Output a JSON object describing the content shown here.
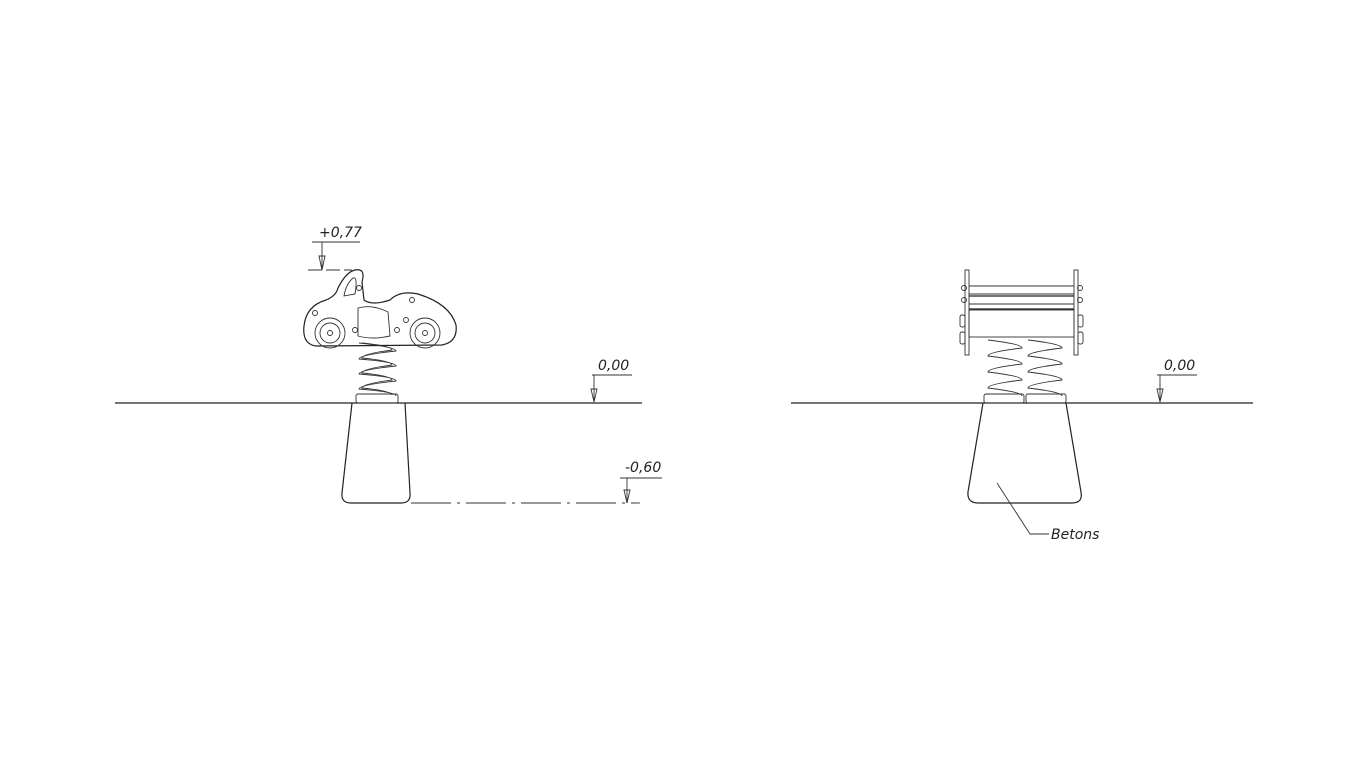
{
  "drawing": {
    "side_view": {
      "top_level": "+0,77",
      "ground_level": "0,00",
      "foundation_level": "-0,60"
    },
    "front_view": {
      "ground_level": "0,00",
      "foundation_label": "Betons"
    }
  }
}
